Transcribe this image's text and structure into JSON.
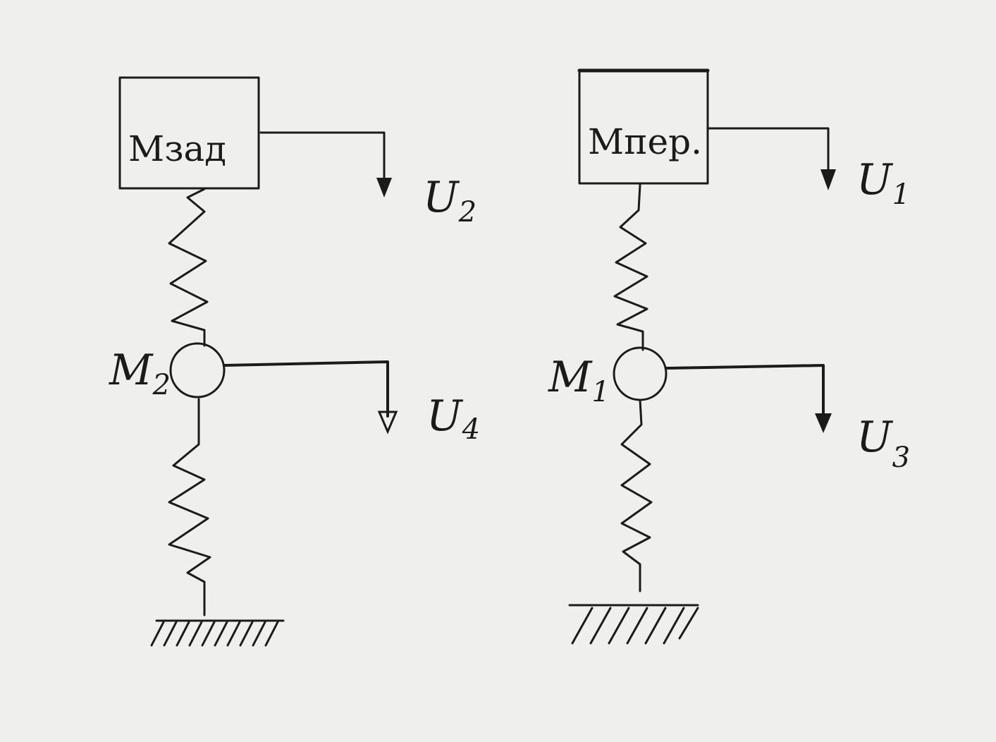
{
  "left": {
    "box_label": "Мзад",
    "mass_label": "M",
    "mass_sub": "2",
    "arrow_top_label": "U",
    "arrow_top_sub": "2",
    "arrow_mid_label": "U",
    "arrow_mid_sub": "4"
  },
  "right": {
    "box_label": "Мпер.",
    "mass_label": "M",
    "mass_sub": "1",
    "arrow_top_label": "U",
    "arrow_top_sub": "1",
    "arrow_mid_label": "U",
    "arrow_mid_sub": "3"
  },
  "colors": {
    "ink": "#1b1b1b",
    "paper": "#efefed"
  }
}
